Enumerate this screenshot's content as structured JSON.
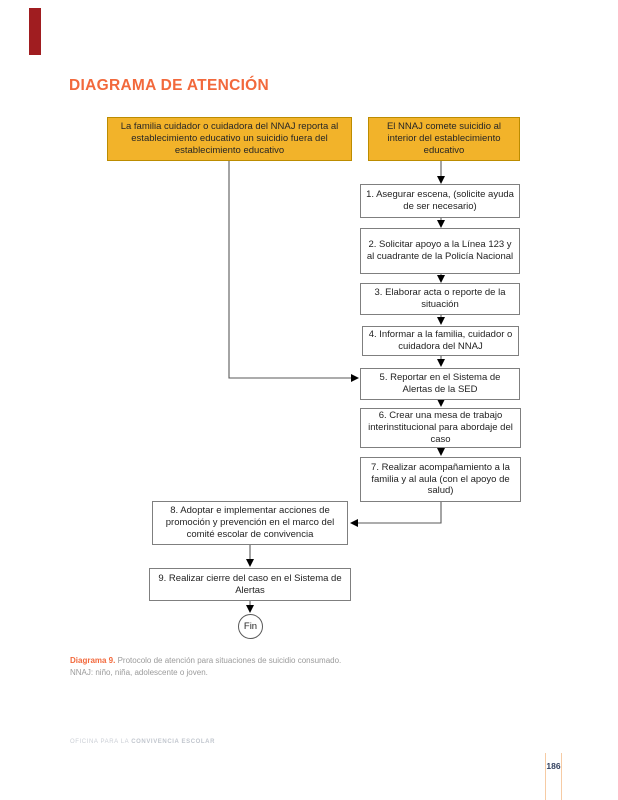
{
  "page": {
    "title": "DIAGRAMA DE ATENCIÓN",
    "page_number": "186"
  },
  "caption": {
    "label": "Diagrama 9.",
    "text": " Protocolo de atención para situaciones de suicidio consumado.",
    "line2": "NNAJ: niño, niña, adolescente o joven."
  },
  "footer": {
    "prefix": "OFICINA PARA LA ",
    "bold": "CONVIVENCIA ESCOLAR"
  },
  "colors": {
    "accent_orange": "#F2693C",
    "start_node_fill": "#F2B32A",
    "start_node_border": "#BC8C00",
    "box_border_gray": "#7F7F7F",
    "connector_gray": "#595959",
    "arrowhead_black": "#000000",
    "page_number_navy": "#33415F",
    "chapter_tab_red": "#A01D20",
    "caption_gray": "#9B9B9B",
    "footer_gray": "#CBCFD6",
    "page_rule_orange": "#F6CBA4"
  },
  "flowchart": {
    "start_nodes": [
      {
        "label": "La familia cuidador o cuidadora del NNAJ reporta al establecimiento educativo un suicidio fuera del establecimiento educativo"
      },
      {
        "label": "El NNAJ comete suicidio al interior del establecimiento educativo"
      }
    ],
    "steps": [
      {
        "label": "1. Asegurar escena, (solicite ayuda de ser necesario)"
      },
      {
        "label": "2. Solicitar apoyo a la Línea 123 y al cuadrante de la Policía Nacional"
      },
      {
        "label": "3. Elaborar acta o reporte de la situación"
      },
      {
        "label": "4. Informar a la familia, cuidador o cuidadora del NNAJ"
      },
      {
        "label": "5. Reportar en el Sistema de Alertas de la SED"
      },
      {
        "label": "6. Crear una mesa de trabajo interinstitucional para abordaje del caso"
      },
      {
        "label": "7. Realizar acompañamiento a la familia y al aula (con el apoyo de salud)"
      },
      {
        "label": "8. Adoptar e implementar acciones de promoción y prevención en el marco del comité escolar de convivencia"
      },
      {
        "label": "9. Realizar cierre del caso en el Sistema de Alertas"
      }
    ],
    "terminator": "Fin"
  }
}
